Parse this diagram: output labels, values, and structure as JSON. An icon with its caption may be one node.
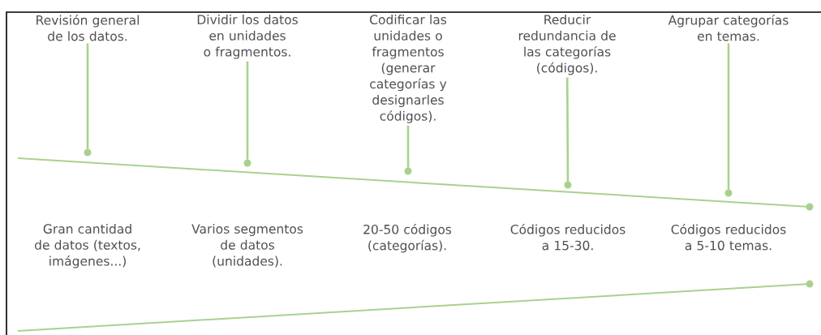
{
  "diagram": {
    "nodes": [
      {
        "text": [
          "Revisión general de los datos."
        ]
      },
      {
        "text": [
          "Dividir los datos en unidades o fragmentos."
        ]
      },
      {
        "text": [
          "Codificar las unidades o fragmentos (generar categorías y designarles códigos)."
        ]
      },
      {
        "text": [
          "Reducir redundancia de las categorías (códigos)."
        ]
      },
      {
        "text": [
          "Agrupar categorías en temas."
        ]
      },
      {
        "text": [],
        "shape": "circle"
      },
      {
        "text": [],
        "shape": "circle"
      },
      {
        "text": [],
        "shape": "circle"
      },
      {
        "text": [],
        "shape": "circle"
      },
      {
        "text": [],
        "shape": "circle"
      }
    ],
    "edges": [
      {
        "from": 0,
        "to": 5,
        "arrow": "none"
      },
      {
        "from": 1,
        "to": 6,
        "arrow": "none"
      },
      {
        "from": 2,
        "to": 7,
        "arrow": "none"
      },
      {
        "from": 3,
        "to": 8,
        "arrow": "none"
      },
      {
        "from": 4,
        "to": 9,
        "arrow": "none"
      }
    ],
    "labels": [
      "Gran cantidad de datos (textos, imágenes...)",
      "Varios segmentos de datos (unidades).",
      "20-50 códigos (categorías).",
      "Códigos reducidos a 15-30.",
      "Códigos reducidos a 5-10 temas."
    ]
  }
}
